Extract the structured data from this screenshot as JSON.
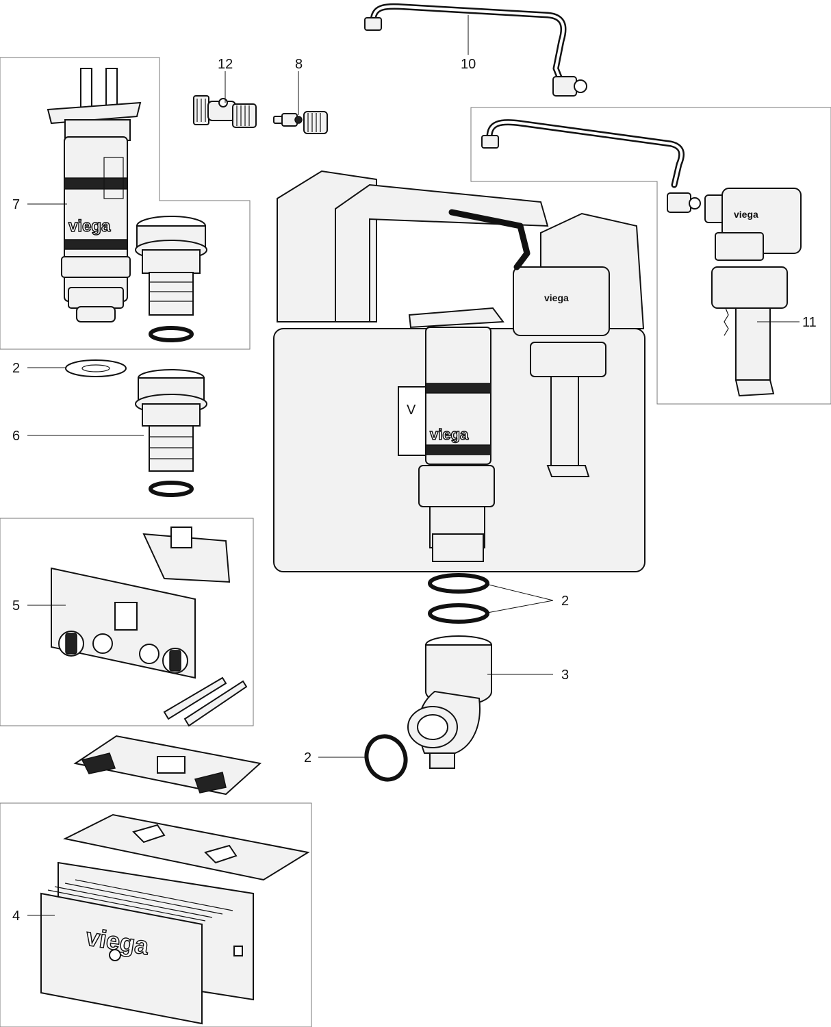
{
  "labels": {
    "part_2_top": "2",
    "part_2_mid": "2",
    "part_2_bottom": "2",
    "part_3": "3",
    "part_4": "4",
    "part_5": "5",
    "part_6": "6",
    "part_7": "7",
    "part_8": "8",
    "part_10": "10",
    "part_11": "11",
    "part_12": "12"
  },
  "brand": {
    "name": "viega"
  },
  "colors": {
    "line": "#111111",
    "fill": "#f2f2f2",
    "frame": "#777777"
  }
}
